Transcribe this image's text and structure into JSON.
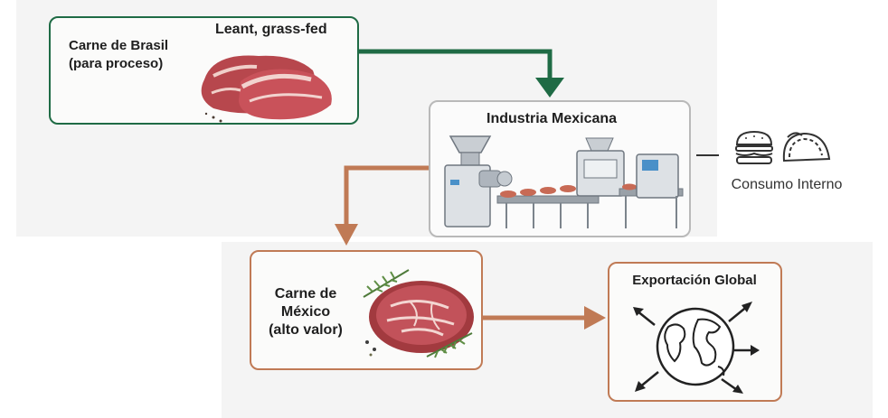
{
  "nodes": {
    "brazil": {
      "title_line1": "Carne de Brasil",
      "title_line2": "(para proceso)",
      "tag": "Leant, grass-fed"
    },
    "industry": {
      "title": "Industria Mexicana"
    },
    "consumo": {
      "label": "Consumo Interno"
    },
    "mexico": {
      "line1": "Carne de",
      "line2": "México",
      "line3": "(alto valor)"
    },
    "export": {
      "title": "Exportación Global"
    }
  },
  "colors": {
    "green": "#1f6b45",
    "copper": "#c07a55",
    "industry_border": "#b9b9b9"
  },
  "icons": [
    "beef-cut-icon",
    "meat-processing-machinery-icon",
    "burger-icon",
    "taco-icon",
    "steak-icon",
    "rosemary-icon",
    "globe-icon"
  ]
}
